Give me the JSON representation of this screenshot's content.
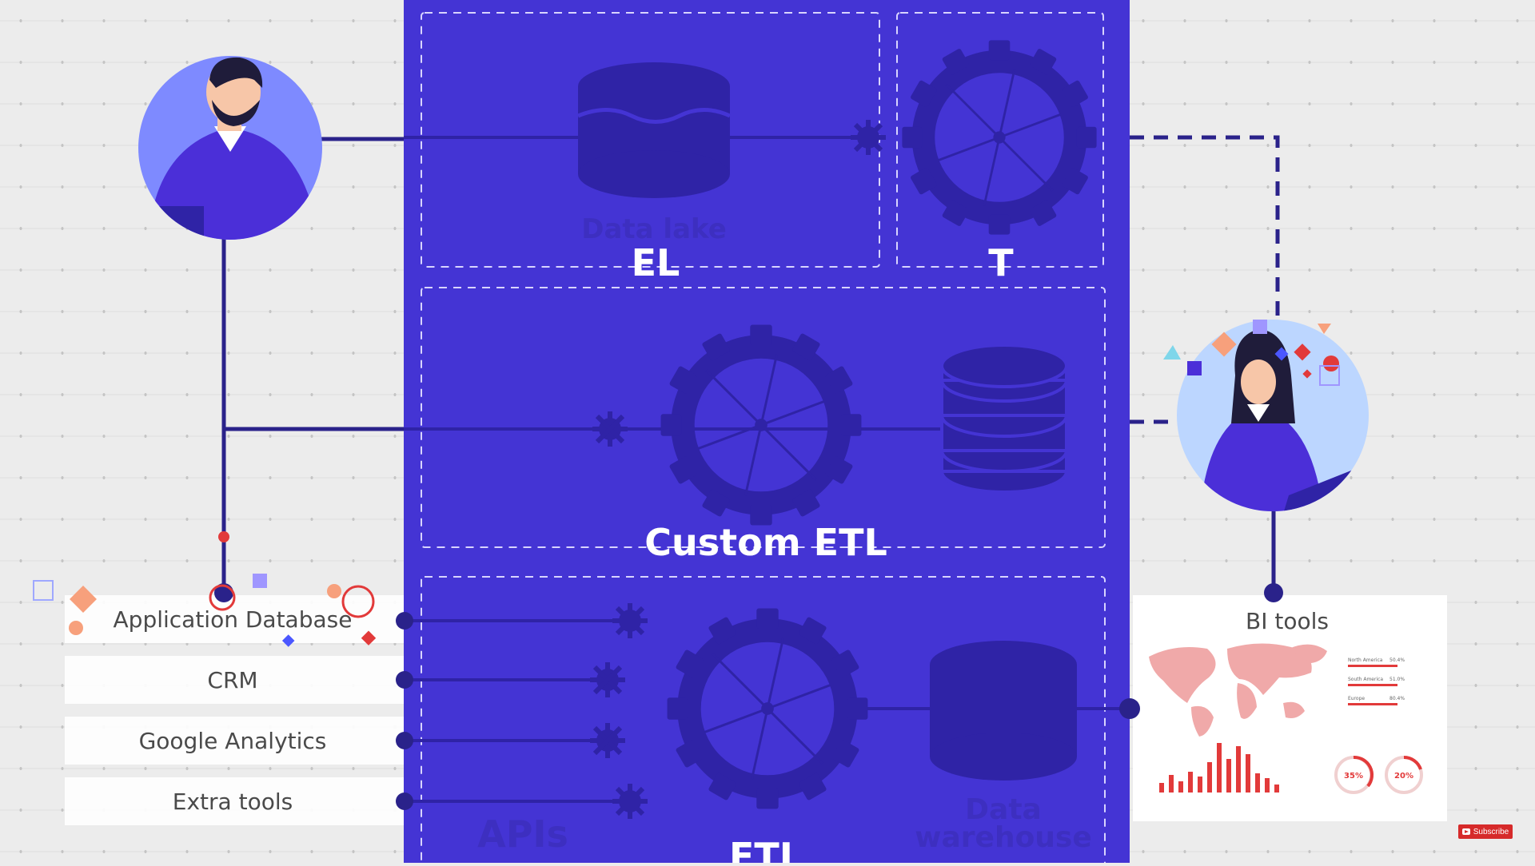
{
  "diagram": {
    "section_el": {
      "label": "EL",
      "faint_label": "Data lake"
    },
    "section_t": {
      "label": "T"
    },
    "section_custom": {
      "label": "Custom ETL"
    },
    "section_etl": {
      "label": "ETL",
      "faint_apis": "APIs",
      "faint_dw_1": "Data",
      "faint_dw_2": "warehouse"
    },
    "sources": [
      "Application Database",
      "CRM",
      "Google Analytics",
      "Extra tools"
    ],
    "bi": {
      "title": "BI tools",
      "donut_1": "35%",
      "donut_2": "20%"
    },
    "bi_legend": [
      {
        "name": "North America",
        "value": "50.4%"
      },
      {
        "name": "South America",
        "value": "51.0%"
      },
      {
        "name": "Europe",
        "value": "80.4%"
      }
    ],
    "bi_bars": [
      12,
      22,
      14,
      26,
      20,
      38,
      62,
      42,
      58,
      48,
      24,
      18,
      10
    ]
  },
  "colors": {
    "panel": "#4434d4",
    "panel_dark": "#2f23a6",
    "line": "#2a228a",
    "accent_red": "#e23a3a",
    "map": "#f0a9a9"
  },
  "youtube": {
    "subscribe_label": "Subscribe"
  }
}
